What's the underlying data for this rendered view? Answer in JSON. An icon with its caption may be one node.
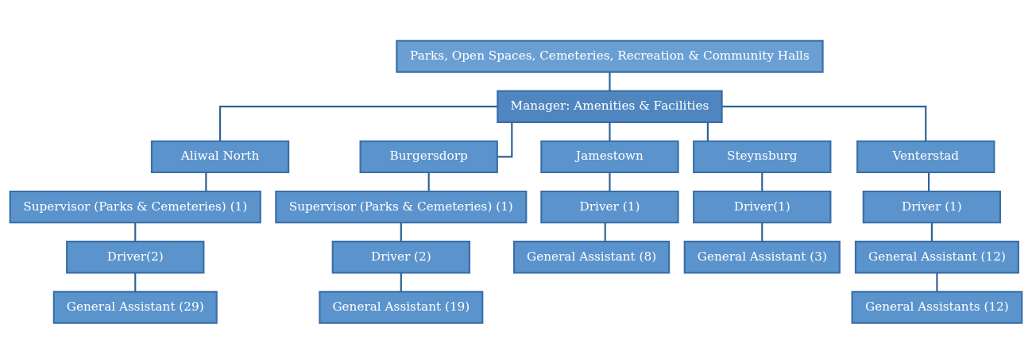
{
  "diagram": {
    "nodes": [
      {
        "text": [
          "Parks, Open Spaces, Cemeteries, Recreation & Community Halls"
        ]
      },
      {
        "text": [
          "Manager: Amenities & Facilities"
        ]
      },
      {
        "text": [
          "Aliwal North"
        ]
      },
      {
        "text": [
          "Burgersdorp"
        ]
      },
      {
        "text": [
          "Jamestown"
        ]
      },
      {
        "text": [
          "Steynsburg"
        ]
      },
      {
        "text": [
          "Venterstad"
        ]
      },
      {
        "text": [
          "Supervisor (Parks & Cemeteries) (1)"
        ]
      },
      {
        "text": [
          "Driver(2)"
        ]
      },
      {
        "text": [
          "General Assistant (29)"
        ]
      },
      {
        "text": [
          "Supervisor (Parks & Cemeteries) (1)"
        ]
      },
      {
        "text": [
          "Driver (2)"
        ]
      },
      {
        "text": [
          "General Assistant (19)"
        ]
      },
      {
        "text": [
          "Driver (1)"
        ]
      },
      {
        "text": [
          "General Assistant (8)"
        ]
      },
      {
        "text": [
          "Driver(1)"
        ]
      },
      {
        "text": [
          "General Assistant (3)"
        ]
      },
      {
        "text": [
          "Driver (1)"
        ]
      },
      {
        "text": [
          "General Assistant (12)"
        ]
      },
      {
        "text": [
          "General Assistants (12)"
        ]
      }
    ],
    "edges": [
      {
        "from": 0,
        "to": 1,
        "arrow": "none"
      },
      {
        "from": 1,
        "to": 2,
        "arrow": "none"
      },
      {
        "from": 1,
        "to": 3,
        "arrow": "none"
      },
      {
        "from": 1,
        "to": 4,
        "arrow": "none"
      },
      {
        "from": 1,
        "to": 5,
        "arrow": "none"
      },
      {
        "from": 1,
        "to": 6,
        "arrow": "none"
      },
      {
        "from": 2,
        "to": 7,
        "arrow": "none"
      },
      {
        "from": 7,
        "to": 8,
        "arrow": "none"
      },
      {
        "from": 8,
        "to": 9,
        "arrow": "none"
      },
      {
        "from": 3,
        "to": 10,
        "arrow": "none"
      },
      {
        "from": 10,
        "to": 11,
        "arrow": "none"
      },
      {
        "from": 11,
        "to": 12,
        "arrow": "none"
      },
      {
        "from": 4,
        "to": 13,
        "arrow": "none"
      },
      {
        "from": 13,
        "to": 14,
        "arrow": "none"
      },
      {
        "from": 5,
        "to": 15,
        "arrow": "none"
      },
      {
        "from": 15,
        "to": 16,
        "arrow": "none"
      },
      {
        "from": 6,
        "to": 17,
        "arrow": "none"
      },
      {
        "from": 17,
        "to": 18,
        "arrow": "none"
      },
      {
        "from": 18,
        "to": 19,
        "arrow": "none"
      }
    ]
  }
}
